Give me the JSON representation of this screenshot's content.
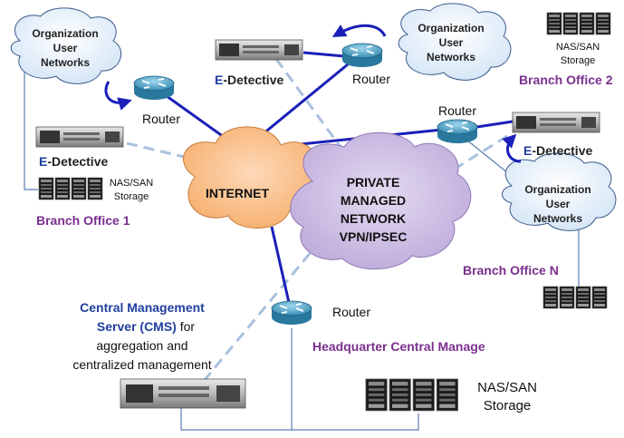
{
  "colors": {
    "link_blue": "#1a20b8",
    "link_dashed": "#a9c1de",
    "link_thin": "#5b7fb0",
    "internet_cloud": "#f9be8c",
    "private_cloud": "#c9b9e0",
    "org_cloud": "#dbe9f7",
    "branch_label": "#7b2f8e",
    "cms_label": "#1f3f9f"
  },
  "icons": {
    "router": "router-icon",
    "server": "server-icon",
    "storage": "storage-rack-icon",
    "cloud": "cloud-icon",
    "loop_arrow": "loop-arrow-icon"
  },
  "branch1": {
    "org_network": [
      "Organization",
      "User",
      "Networks"
    ],
    "router": "Router",
    "edetective": {
      "prefix": "E",
      "rest": "-Detective"
    },
    "storage": [
      "NAS/SAN",
      "Storage"
    ],
    "office": "Branch Office 1"
  },
  "branch2": {
    "org_network": [
      "Organization",
      "User",
      "Networks"
    ],
    "router": "Router",
    "edetective": {
      "prefix": "E",
      "rest": "-Detective"
    },
    "storage": [
      "NAS/SAN",
      "Storage"
    ],
    "office": "Branch Office 2"
  },
  "branchN": {
    "org_network": [
      "Organization",
      "User",
      "Networks"
    ],
    "router": "Router",
    "edetective": {
      "prefix": "E",
      "rest": "-Detective"
    },
    "office": "Branch Office N"
  },
  "internet": "INTERNET",
  "private_network": [
    "PRIVATE",
    "MANAGED",
    "NETWORK",
    "VPN/IPSEC"
  ],
  "hq": {
    "router": "Router",
    "title": "Headquarter Central Manage",
    "storage": [
      "NAS/SAN",
      "Storage"
    ],
    "cms": {
      "line1": "Central Management",
      "line2_strong": "Server  (CMS)",
      "line2_rest": " for",
      "line3": "aggregation and",
      "line4": "centralized management"
    }
  }
}
